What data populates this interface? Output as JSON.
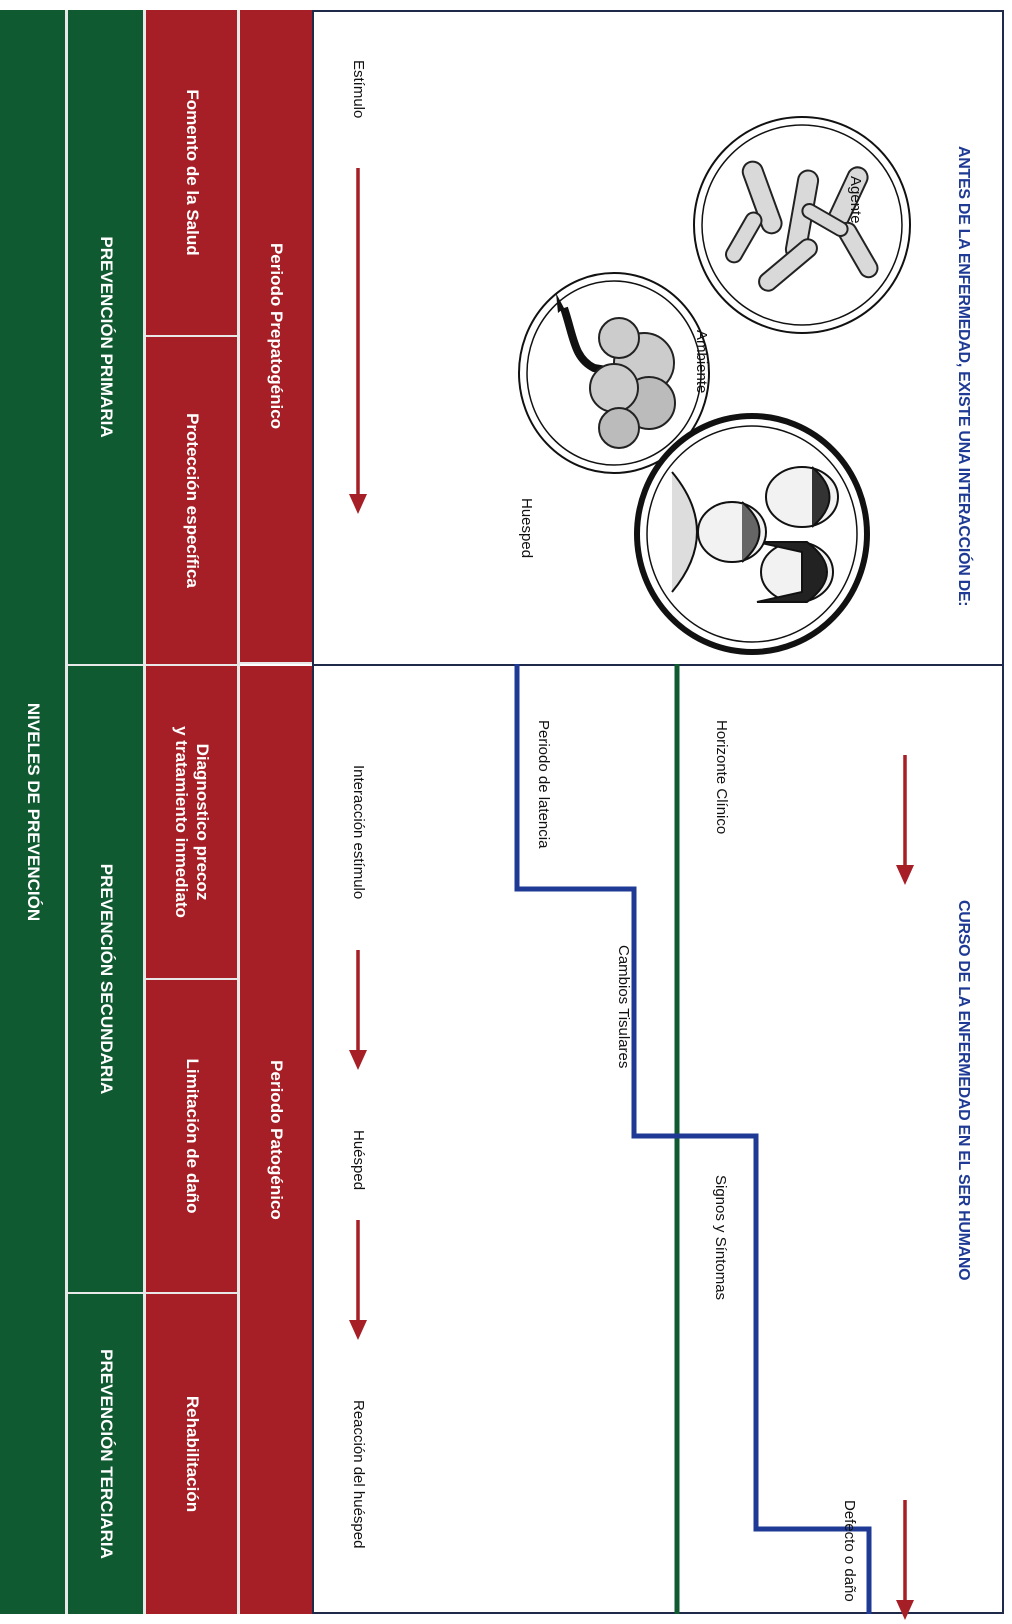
{
  "top_left": {
    "title": "ANTES DE LA ENFERMEDAD, EXISTE UNA INTERACCIÓN DE:",
    "circles": {
      "agent_icon": "bacteria-illustration",
      "environment_icon": "tree-illustration",
      "host_icon": "people-illustration"
    },
    "labels": {
      "agente": "Agente",
      "ambiente": "Ambiente",
      "huesped": "Huesped",
      "estimulo": "Estímulo"
    }
  },
  "top_right": {
    "title": "CURSO DE LA ENFERMEDAD EN EL SER HUMANO",
    "labels": {
      "horizonte": "Horizonte Clínico",
      "latencia": "Periodo de latencia",
      "cambios": "Cambios Tisulares",
      "signos": "Signos y Síntomas",
      "defecto": "Defecto o daño",
      "interaccion": "Interacción estímulo",
      "huesped": "Huésped",
      "reaccion": "Reacción del huésped"
    }
  },
  "periods": {
    "prepatogenico": "Periodo Prepatogénico",
    "patogenico": "Periodo Patogénico"
  },
  "actions": {
    "fomento": "Fomento de la Salud",
    "proteccion": "Protección específica",
    "diagnostico_line1": "Diagnostico precoz",
    "diagnostico_line2": "y tratamiento inmediato",
    "limitacion": "Limitación de daño",
    "rehabilitacion": "Rehabilitación"
  },
  "levels": {
    "primaria": "PREVENCIÓN PRIMARIA",
    "secundaria": "PREVENCIÓN SECUNDARIA",
    "terciaria": "PREVENCIÓN TERCIARIA"
  },
  "footer": "NIVELES DE PREVENCIÓN",
  "colors": {
    "red": "#a71f26",
    "green": "#105a32",
    "blue": "#1e3a94",
    "arrow": "#a71f26"
  }
}
